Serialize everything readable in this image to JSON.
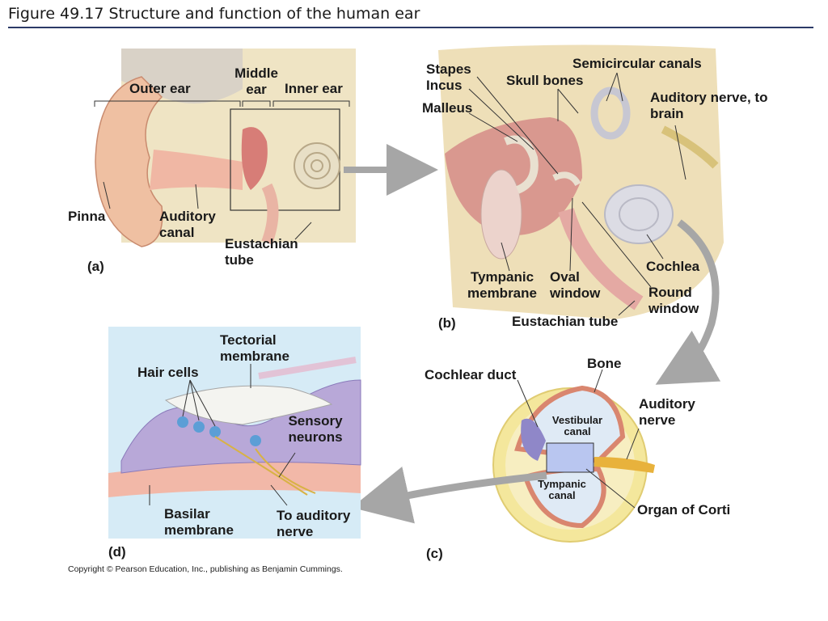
{
  "figure_title": "Figure 49.17  Structure and function of the human ear",
  "copyright": "Copyright © Pearson Education, Inc., publishing as Benjamin Cummings.",
  "panels": {
    "a": {
      "tag": "(a)",
      "labels": {
        "outer_ear": "Outer ear",
        "middle_ear": "Middle ear",
        "inner_ear": "Inner ear",
        "pinna": "Pinna",
        "auditory_canal": "Auditory canal",
        "eustachian_tube": "Eustachian tube"
      }
    },
    "b": {
      "tag": "(b)",
      "labels": {
        "stapes": "Stapes",
        "incus": "Incus",
        "malleus": "Malleus",
        "skull_bones": "Skull bones",
        "semicircular_canals": "Semicircular canals",
        "auditory_nerve": "Auditory nerve, to brain",
        "cochlea": "Cochlea",
        "tympanic_membrane": "Tympanic membrane",
        "oval_window": "Oval window",
        "round_window": "Round window",
        "eustachian_tube": "Eustachian tube"
      }
    },
    "c": {
      "tag": "(c)",
      "labels": {
        "cochlear_duct": "Cochlear duct",
        "bone": "Bone",
        "auditory_nerve": "Auditory nerve",
        "vestibular_canal": "Vestibular canal",
        "tympanic_canal": "Tympanic canal",
        "organ_of_corti": "Organ of Corti"
      }
    },
    "d": {
      "tag": "(d)",
      "labels": {
        "tectorial_membrane": "Tectorial membrane",
        "hair_cells": "Hair cells",
        "sensory_neurons": "Sensory neurons",
        "basilar_membrane": "Basilar membrane",
        "to_auditory_nerve": "To auditory nerve"
      }
    }
  }
}
